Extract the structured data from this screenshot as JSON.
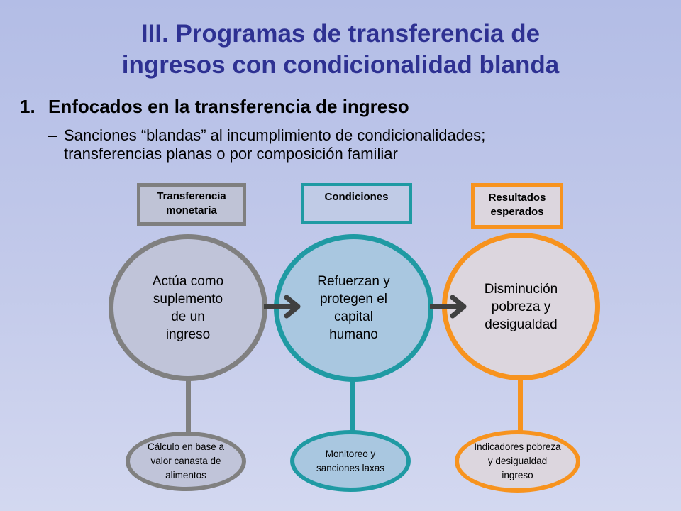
{
  "title": {
    "line1": "III. Programas de transferencia de",
    "line2": "ingresos con condicionalidad blanda"
  },
  "bullet": {
    "number": "1.",
    "text": "Enfocados en la transferencia de ingreso"
  },
  "subbullet": {
    "dash": "–",
    "line1": "Sanciones “blandas” al incumplimiento de condicionalidades;",
    "line2": "transferencias planas o por composición familiar"
  },
  "columns": [
    {
      "header": [
        "Transferencia",
        "monetaria"
      ],
      "circle": [
        "Actúa como",
        "suplemento",
        "de un",
        "ingreso"
      ],
      "oval": [
        "Cálculo en base a",
        "valor canasta de",
        "alimentos"
      ],
      "color": "#808080"
    },
    {
      "header": [
        "Condiciones"
      ],
      "circle": [
        "Refuerzan y",
        "protegen el",
        "capital",
        "humano"
      ],
      "oval": [
        "Monitoreo y",
        "sanciones laxas"
      ],
      "color": "#1f9aa3"
    },
    {
      "header": [
        "Resultados",
        "esperados"
      ],
      "circle": [
        "Disminución",
        "pobreza y",
        "desigualdad"
      ],
      "oval": [
        "Indicadores pobreza",
        "y desigualdad",
        "ingreso"
      ],
      "color": "#f7931e"
    }
  ],
  "arrow_color": "#404040"
}
